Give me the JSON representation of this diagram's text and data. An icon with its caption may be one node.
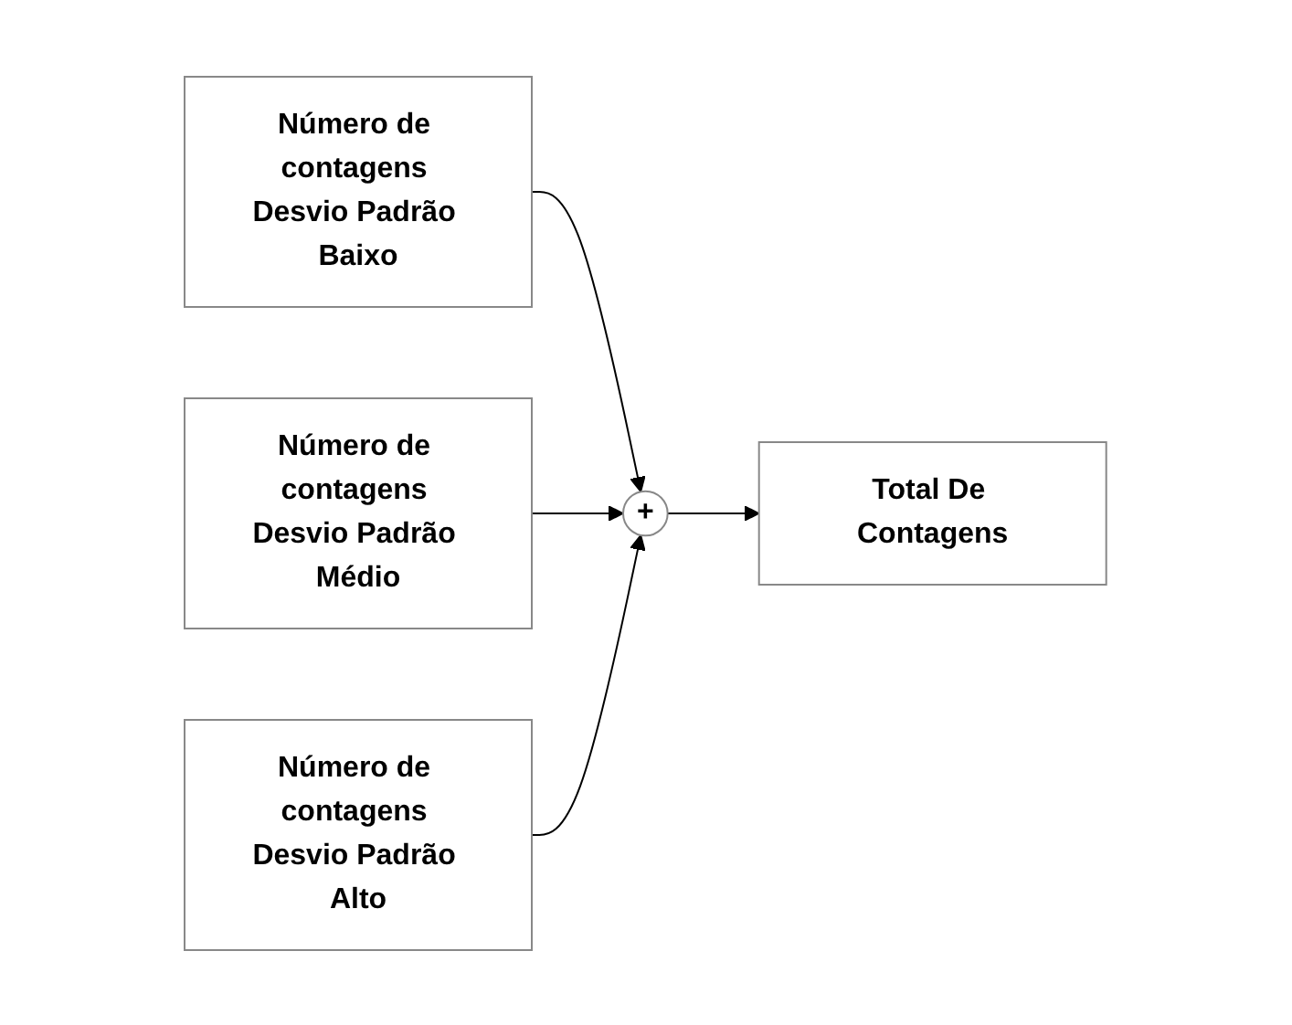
{
  "diagram": {
    "nodes": [
      {
        "text": [
          "Número de contagens Desvio Padrão Baixo"
        ]
      },
      {
        "text": [
          "Número de contagens Desvio Padrão Médio"
        ]
      },
      {
        "text": [
          "Número de contagens Desvio Padrão Alto"
        ]
      },
      {
        "text": [
          "+"
        ]
      },
      {
        "text": [
          "Total De Contagens"
        ]
      }
    ],
    "edges": [
      {
        "from": 0,
        "to": 3,
        "arrow": "to"
      },
      {
        "from": 1,
        "to": 3,
        "arrow": "to"
      },
      {
        "from": 2,
        "to": 3,
        "arrow": "to"
      },
      {
        "from": 3,
        "to": 4,
        "arrow": "to"
      }
    ]
  }
}
